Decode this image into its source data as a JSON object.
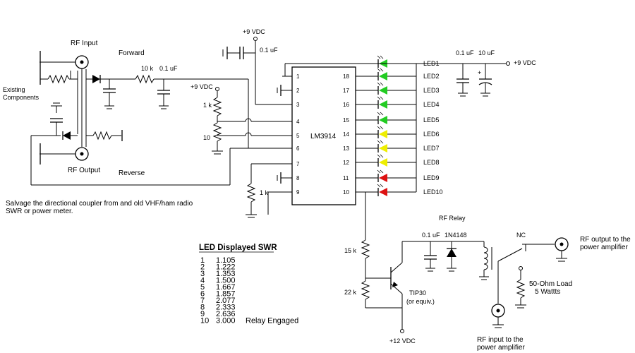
{
  "labels": {
    "rf_input": "RF Input",
    "rf_output": "RF Output",
    "forward": "Forward",
    "reverse": "Reverse",
    "existing1": "Existing",
    "existing2": "Components",
    "r_10k": "10 k",
    "c_01uf_a": "0.1 uF",
    "vdc9_top": "+9 VDC",
    "c_01uf_b": "0.1 uF",
    "vdc9_left": "+9 VDC",
    "r_1k_a": "1 k",
    "r_10": "10",
    "r_1k_b": "1 k",
    "chip": "LM3914",
    "c_01uf_c": "0.1 uF",
    "c_10uf": "10 uF",
    "vdc9_right": "+9 VDC",
    "salvage1": "Salvage the directional coupler from and old VHF/ham radio",
    "salvage2": "SWR or power meter.",
    "rf_relay": "RF Relay",
    "c_01uf_d": "0.1 uF",
    "diode": "1N4148",
    "nc": "NC",
    "r_15k": "15 k",
    "r_22k": "22 k",
    "tip30": "TIP30",
    "equiv": "(or equiv.)",
    "vdc12": "+12 VDC",
    "load1": "50-Ohm Load",
    "load2": "5 Wattts",
    "rfout1": "RF output to the",
    "rfout2": "power amplifier",
    "rfin1": "RF input to the",
    "rfin2": "power amplifier",
    "plus": "+"
  },
  "pins_left": [
    "1",
    "2",
    "3",
    "4",
    "5",
    "6",
    "7",
    "8",
    "9"
  ],
  "pins_right": [
    "18",
    "17",
    "16",
    "15",
    "14",
    "13",
    "12",
    "11",
    "10"
  ],
  "leds": [
    {
      "label": "LED1",
      "color": "#22cc22"
    },
    {
      "label": "LED2",
      "color": "#22cc22"
    },
    {
      "label": "LED3",
      "color": "#22cc22"
    },
    {
      "label": "LED4",
      "color": "#22cc22"
    },
    {
      "label": "LED5",
      "color": "#22cc22"
    },
    {
      "label": "LED6",
      "color": "#eeee00"
    },
    {
      "label": "LED7",
      "color": "#eeee00"
    },
    {
      "label": "LED8",
      "color": "#eeee00"
    },
    {
      "label": "LED9",
      "color": "#dd1111"
    },
    {
      "label": "LED10",
      "color": "#dd1111"
    }
  ],
  "swr_table": {
    "title": "LED Displayed SWR",
    "rows": [
      {
        "led": "1",
        "swr": "1.105",
        "note": ""
      },
      {
        "led": "2",
        "swr": "1.222",
        "note": ""
      },
      {
        "led": "3",
        "swr": "1.353",
        "note": ""
      },
      {
        "led": "4",
        "swr": "1.500",
        "note": ""
      },
      {
        "led": "5",
        "swr": "1.667",
        "note": ""
      },
      {
        "led": "6",
        "swr": "1.857",
        "note": ""
      },
      {
        "led": "7",
        "swr": "2.077",
        "note": ""
      },
      {
        "led": "8",
        "swr": "2.333",
        "note": ""
      },
      {
        "led": "9",
        "swr": "2.636",
        "note": ""
      },
      {
        "led": "10",
        "swr": "3.000",
        "note": "Relay Engaged"
      }
    ]
  }
}
